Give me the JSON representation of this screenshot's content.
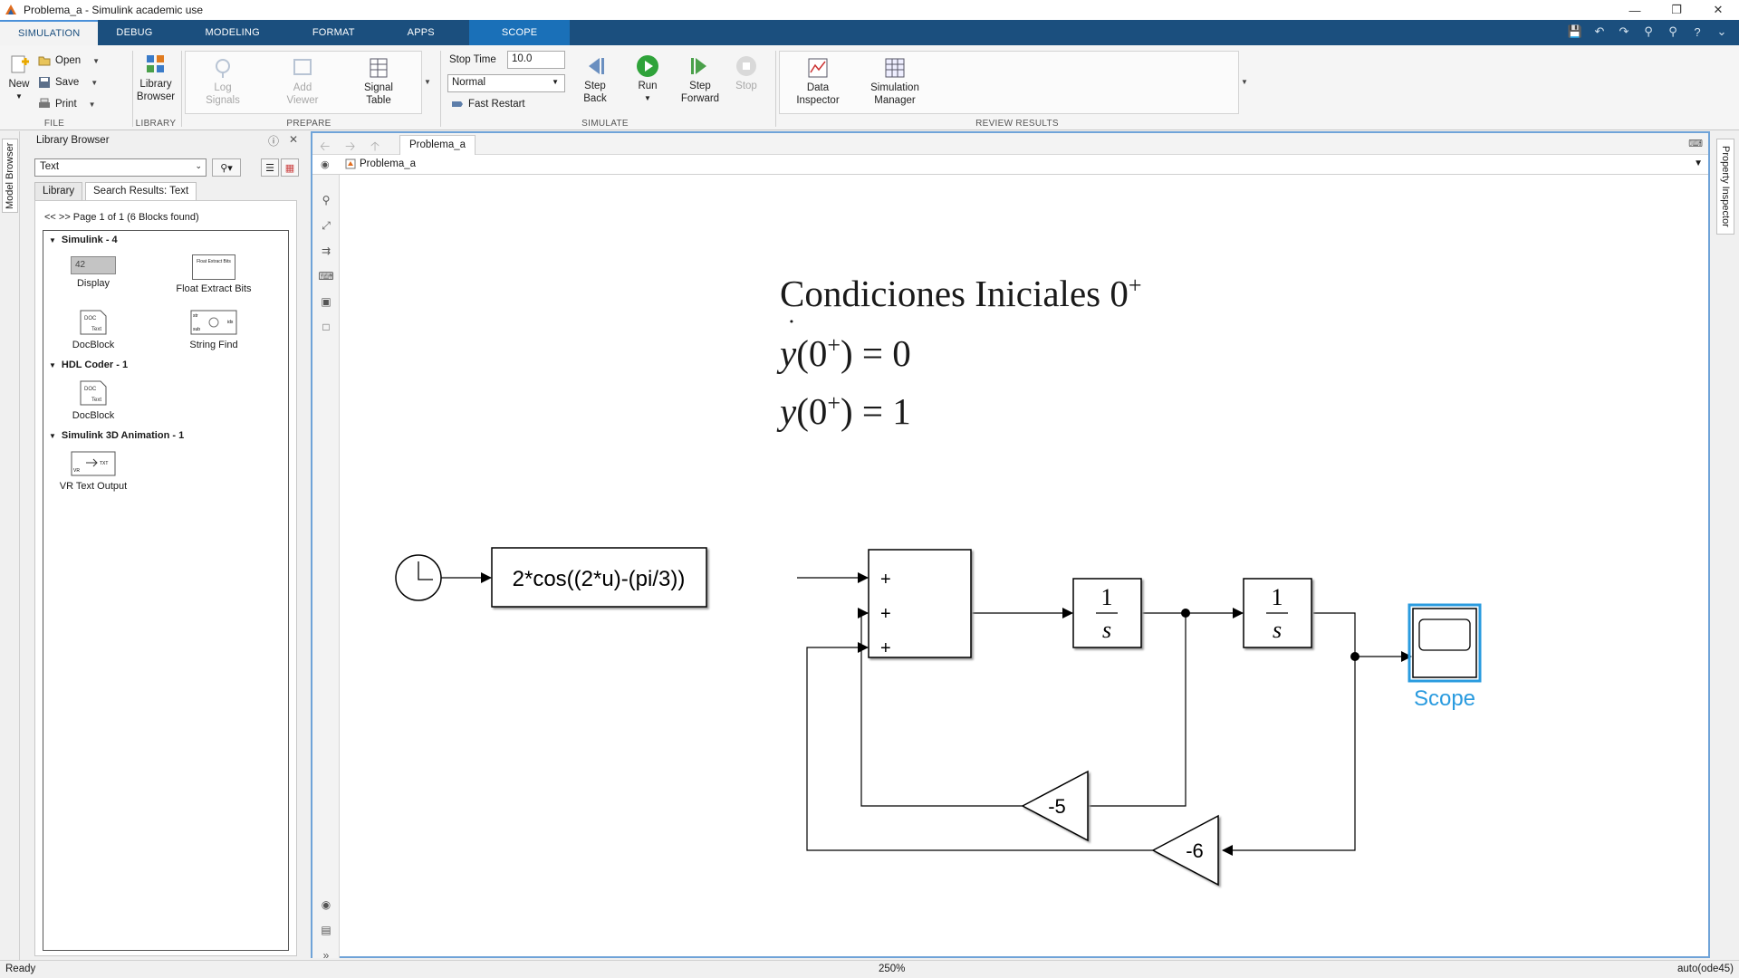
{
  "window": {
    "title": "Problema_a - Simulink academic use",
    "controls": [
      "minimize",
      "restore",
      "close"
    ]
  },
  "tabs": [
    {
      "label": "SIMULATION",
      "active": true
    },
    {
      "label": "DEBUG"
    },
    {
      "label": "MODELING"
    },
    {
      "label": "FORMAT"
    },
    {
      "label": "APPS"
    },
    {
      "label": "SCOPE",
      "contextual": true
    }
  ],
  "ribbon": {
    "file": {
      "caption": "FILE",
      "new_label": "New",
      "open_label": "Open",
      "save_label": "Save",
      "print_label": "Print"
    },
    "library": {
      "caption": "LIBRARY",
      "browser_label_1": "Library",
      "browser_label_2": "Browser"
    },
    "prepare": {
      "caption": "PREPARE",
      "log_signals_1": "Log",
      "log_signals_2": "Signals",
      "add_viewer_1": "Add",
      "add_viewer_2": "Viewer",
      "signal_table_1": "Signal",
      "signal_table_2": "Table"
    },
    "simulate": {
      "caption": "SIMULATE",
      "stop_time_label": "Stop Time",
      "stop_time_value": "10.0",
      "mode_value": "Normal",
      "fast_restart_label": "Fast Restart",
      "step_back_1": "Step",
      "step_back_2": "Back",
      "run_label": "Run",
      "step_forward_1": "Step",
      "step_forward_2": "Forward",
      "stop_label": "Stop"
    },
    "review": {
      "caption": "REVIEW RESULTS",
      "data_inspector_1": "Data",
      "data_inspector_2": "Inspector",
      "sim_manager_1": "Simulation",
      "sim_manager_2": "Manager"
    }
  },
  "left_strip": {
    "model_browser_label": "Model Browser"
  },
  "library_browser": {
    "title": "Library Browser",
    "search_value": "Text",
    "tab_library": "Library",
    "tab_results": "Search Results: Text",
    "pager": "<< >> Page 1 of 1 (6 Blocks found)",
    "groups": [
      {
        "name": "Simulink - 4"
      },
      {
        "name": "HDL Coder - 1"
      },
      {
        "name": "Simulink 3D Animation - 1"
      }
    ],
    "blocks": {
      "display": "Display",
      "display_value": "42",
      "float_extract": "Float Extract Bits",
      "float_extract_thumb": "Float Extract Bits",
      "docblock1": "DocBlock",
      "string_find": "String Find",
      "docblock2": "DocBlock",
      "vr_text_output": "VR Text Output"
    }
  },
  "editor": {
    "doc_tab": "Problema_a",
    "breadcrumb": "Problema_a"
  },
  "diagram": {
    "annotation": {
      "line1": "Condiciones Iniciales 0",
      "line1_sup": "+",
      "line2_lhs": "y",
      "line2_arg": "(0",
      "line2_sup": "+",
      "line2_rhs": ") = 0",
      "line3_lhs": "y",
      "line3_arg": "(0",
      "line3_sup": "+",
      "line3_rhs": ") = 1"
    },
    "fcn_expression": "2*cos((2*u)-(pi/3))",
    "sum_signs": [
      "+",
      "+",
      "+"
    ],
    "integrator_num": "1",
    "integrator_den": "s",
    "gain1": "-5",
    "gain2": "-6",
    "scope_label": "Scope"
  },
  "right_strip": {
    "property_inspector_label": "Property Inspector"
  },
  "status": {
    "left": "Ready",
    "zoom": "250%",
    "solver": "auto(ode45)"
  },
  "colors": {
    "tab_bar": "#1b4f7e",
    "scope_tab": "#1a70b8",
    "selection": "#2a9bdf",
    "run_green": "#2fa33a"
  }
}
